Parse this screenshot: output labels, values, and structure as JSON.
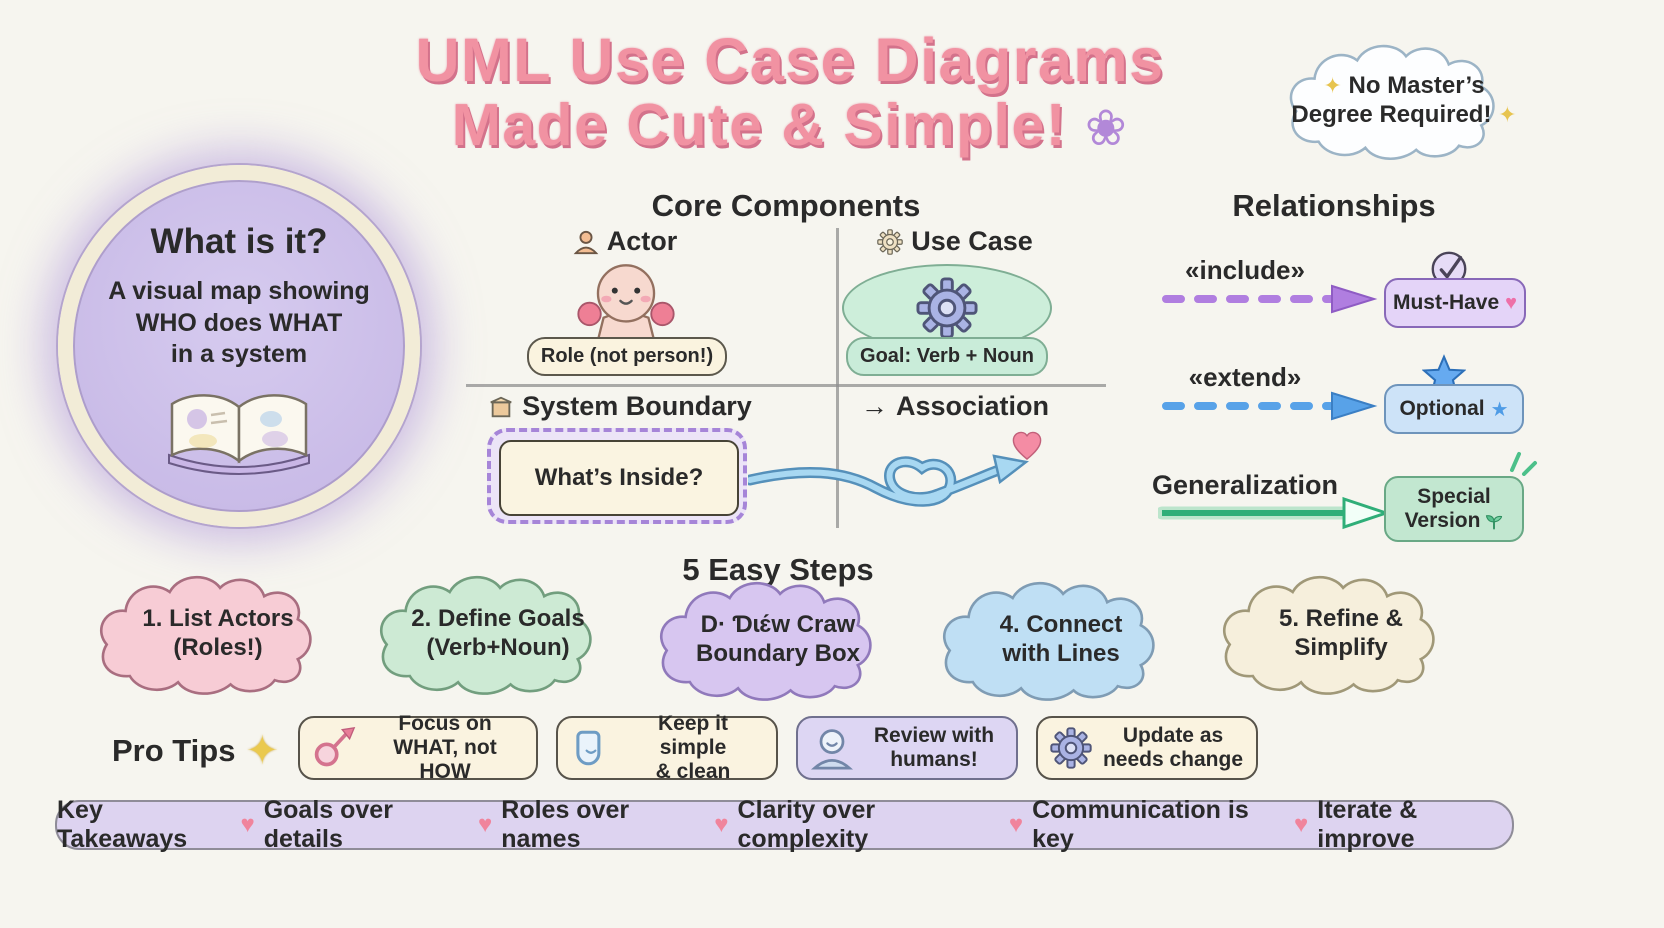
{
  "colors": {
    "background": "#f6f5ef",
    "title_pink": "#f192a2",
    "lavender": "#cdc0e8",
    "include_purple": "#b07ee0",
    "extend_blue": "#58a2e8",
    "generalization_green": "#2fae78",
    "heart_pink": "#f0849c",
    "sparkle_gold": "#e7c44f"
  },
  "icons": {
    "sparkle": "✦",
    "heart": "♥",
    "star": "★",
    "flower": "❀",
    "arrow_right": "→"
  },
  "title": {
    "line1": "UML Use Case Diagrams",
    "line2": "Made Cute & Simple!",
    "flower": "❀"
  },
  "badge": {
    "sparkle": "✦",
    "text": "No Master’s Degree Required!"
  },
  "what_is_it": {
    "heading": "What is it?",
    "line1": "A visual map showing",
    "line2": "WHO does WHAT",
    "line3": "in a system"
  },
  "core": {
    "heading": "Core Components",
    "actor_label": "Actor",
    "actor_caption": "Role (not person!)",
    "use_case_label": "Use Case",
    "use_case_caption": "Goal: Verb + Noun",
    "boundary_label": "System Boundary",
    "boundary_caption": "What’s Inside?",
    "association_arrow": "→",
    "association_label": "Association"
  },
  "relationships": {
    "heading": "Relationships",
    "include_label": "«include»",
    "include_target": "Must-Have",
    "include_heart": "♥",
    "extend_label": "«extend»",
    "extend_target": "Optional",
    "extend_star": "★",
    "generalization_label": "Generalization",
    "generalization_line1": "Special",
    "generalization_line2": "Version"
  },
  "steps": {
    "heading": "5 Easy Steps",
    "items": [
      {
        "line1": "1. List Actors",
        "line2": "(Roles!)"
      },
      {
        "line1": "2. Define Goals",
        "line2": "(Verb+Noun)"
      },
      {
        "line1": "D· Ɗɩɛ́w Craw",
        "line2": "Boundary Box"
      },
      {
        "line1": "4. Connect",
        "line2": "with Lines"
      },
      {
        "line1": "5. Refine &",
        "line2": "Simplify"
      }
    ]
  },
  "pro_tips": {
    "label": "Pro Tips",
    "sparkle": "✦",
    "items": [
      {
        "line1": "Focus on",
        "line2": "WHAT, not HOW"
      },
      {
        "line1": "Keep it simple",
        "line2": "& clean"
      },
      {
        "line1": "Review with",
        "line2": "humans!"
      },
      {
        "line1": "Update as",
        "line2": "needs change"
      }
    ]
  },
  "takeaways": {
    "label": "Key Takeaways",
    "separator": "♥",
    "items": [
      "Goals over details",
      "Roles over names",
      "Clarity over complexity",
      "Communication is key",
      "Iterate & improve"
    ]
  }
}
